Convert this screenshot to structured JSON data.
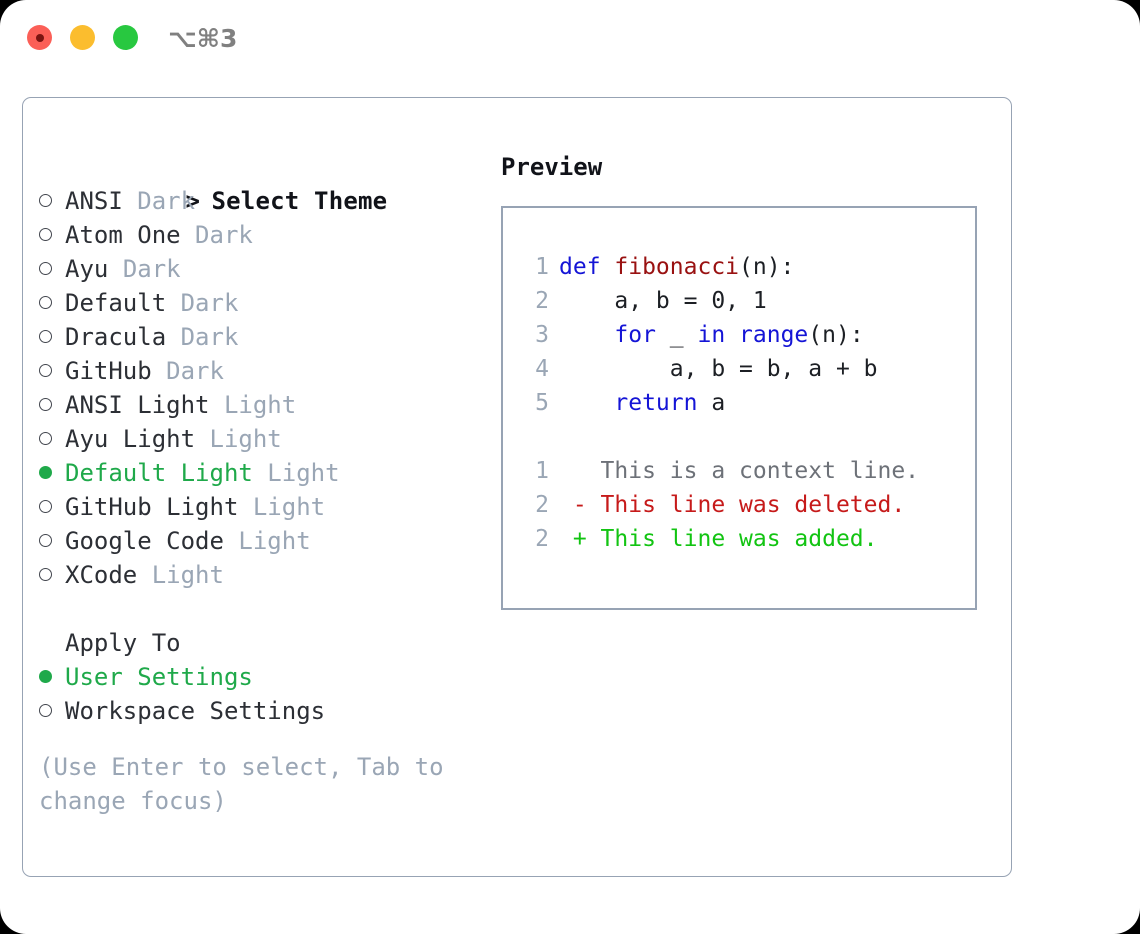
{
  "window": {
    "shortcut": "⌥⌘3",
    "traffic_lights": [
      "close",
      "minimize",
      "zoom"
    ],
    "colors": {
      "close": "#fb5f57",
      "minimize": "#fbbd2e",
      "zoom": "#28c840",
      "border": "#97a3b4",
      "accent_green": "#1fa94a",
      "muted": "#9aa6b5"
    }
  },
  "theme_picker": {
    "heading": "Select Theme",
    "heading_marker": ">",
    "items": [
      {
        "name": "ANSI",
        "variant": "Dark",
        "selected": false
      },
      {
        "name": "Atom One",
        "variant": "Dark",
        "selected": false
      },
      {
        "name": "Ayu",
        "variant": "Dark",
        "selected": false
      },
      {
        "name": "Default",
        "variant": "Dark",
        "selected": false
      },
      {
        "name": "Dracula",
        "variant": "Dark",
        "selected": false
      },
      {
        "name": "GitHub",
        "variant": "Dark",
        "selected": false
      },
      {
        "name": "ANSI Light",
        "variant": "Light",
        "selected": false
      },
      {
        "name": "Ayu Light",
        "variant": "Light",
        "selected": false
      },
      {
        "name": "Default Light",
        "variant": "Light",
        "selected": true
      },
      {
        "name": "GitHub Light",
        "variant": "Light",
        "selected": false
      },
      {
        "name": "Google Code",
        "variant": "Light",
        "selected": false
      },
      {
        "name": "XCode",
        "variant": "Light",
        "selected": false
      }
    ]
  },
  "apply_to": {
    "title": "Apply To",
    "options": [
      {
        "label": "User Settings",
        "selected": true
      },
      {
        "label": "Workspace Settings",
        "selected": false
      }
    ]
  },
  "hint": "(Use Enter to select, Tab to change focus)",
  "preview": {
    "title": "Preview",
    "code_lines": [
      {
        "num": "1",
        "segments": [
          {
            "text": "def ",
            "style": "kw"
          },
          {
            "text": "fibonacci",
            "style": "fn"
          },
          {
            "text": "(n):",
            "style": "plain"
          }
        ]
      },
      {
        "num": "2",
        "segments": [
          {
            "text": "    a, b = 0, 1",
            "style": "plain"
          }
        ]
      },
      {
        "num": "3",
        "segments": [
          {
            "text": "    ",
            "style": "plain"
          },
          {
            "text": "for",
            "style": "kw"
          },
          {
            "text": " _ ",
            "style": "plain"
          },
          {
            "text": "in",
            "style": "kw"
          },
          {
            "text": " ",
            "style": "plain"
          },
          {
            "text": "range",
            "style": "kw"
          },
          {
            "text": "(n):",
            "style": "plain"
          }
        ]
      },
      {
        "num": "4",
        "segments": [
          {
            "text": "        a, b = b, a + b",
            "style": "plain"
          }
        ]
      },
      {
        "num": "5",
        "segments": [
          {
            "text": "    ",
            "style": "plain"
          },
          {
            "text": "return",
            "style": "kw"
          },
          {
            "text": " a",
            "style": "plain"
          }
        ]
      }
    ],
    "diff_lines": [
      {
        "num": "1",
        "sign": " ",
        "text": "This is a context line.",
        "kind": "ctx"
      },
      {
        "num": "2",
        "sign": "-",
        "text": "This line was deleted.",
        "kind": "del"
      },
      {
        "num": "2",
        "sign": "+",
        "text": "This line was added.",
        "kind": "add"
      }
    ]
  }
}
